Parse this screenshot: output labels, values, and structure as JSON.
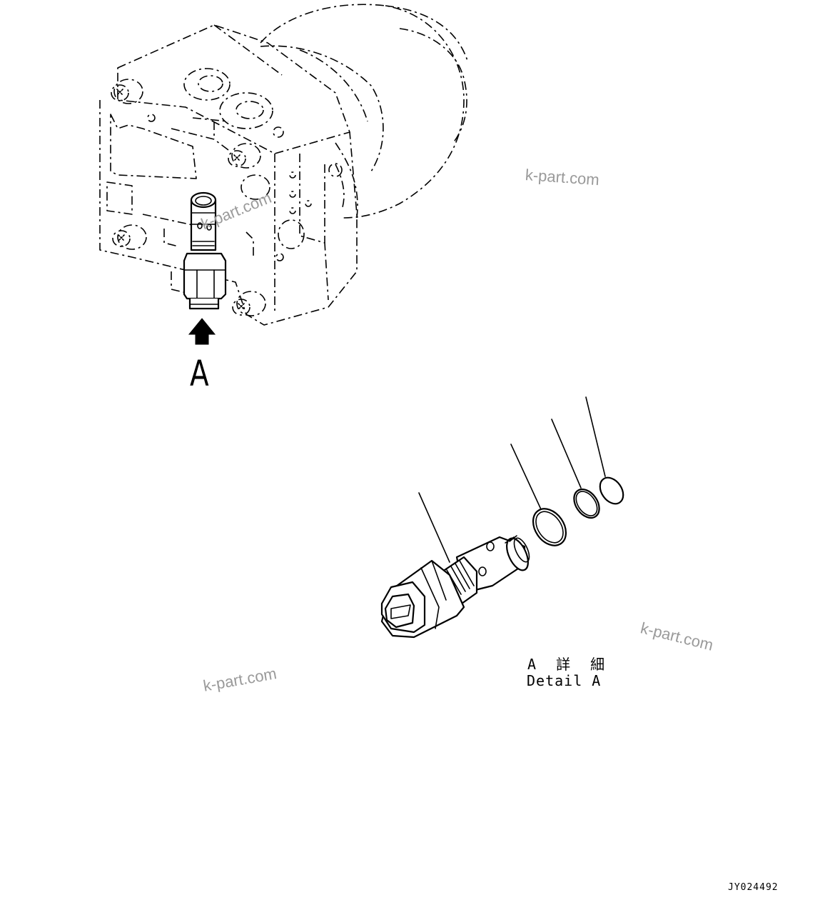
{
  "view_label": "A",
  "detail_label_jp": "A 詳 細",
  "detail_label_en": "Detail A",
  "drawing_number": "JY024492",
  "watermarks": [
    "k-part.com",
    "k-part.com",
    "k-part.com",
    "k-part.com"
  ]
}
